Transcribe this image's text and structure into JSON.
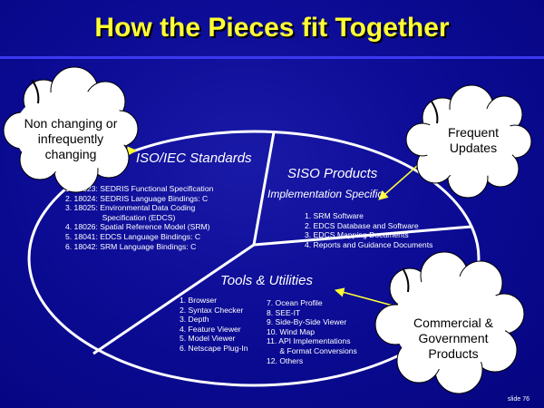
{
  "title": "How the Pieces fit Together",
  "sections": {
    "iso": {
      "heading": "ISO/IEC Standards"
    },
    "siso": {
      "heading": "SISO Products",
      "subheading": "Implementation Specific"
    },
    "tools": {
      "heading": "Tools & Utilities"
    }
  },
  "iso_items": [
    "1.  18023:  SEDRIS Functional Specification",
    "2.  18024:  SEDRIS Language Bindings: C",
    "3.  18025:  Environmental Data Coding",
    "                 Specification (EDCS)",
    "4.  18026:  Spatial Reference Model (SRM)",
    "5.  18041:   EDCS Language Bindings: C",
    "6.  18042:   SRM Language Bindings: C"
  ],
  "siso_items": [
    "1.  SRM Software",
    "2.  EDCS Database and Software",
    "3.  EDCS Mapping Documents",
    "4.  Reports and Guidance Documents"
  ],
  "tools_items_left": [
    "1.  Browser",
    "2.  Syntax Checker",
    "3.  Depth",
    "4.  Feature Viewer",
    "5.  Model Viewer",
    "6.  Netscape Plug-In"
  ],
  "tools_items_right": [
    "7.  Ocean Profile",
    "8.  SEE-IT",
    "9.  Side-By-Side Viewer",
    "10. Wind Map",
    "11. API Implementations",
    "      & Format Conversions",
    "12.  Others"
  ],
  "clouds": {
    "left": [
      "Non changing or",
      "infrequently",
      "changing"
    ],
    "right": [
      "Frequent",
      "Updates"
    ],
    "bottom": [
      "Commercial &",
      "Government",
      "Products"
    ]
  },
  "slide_number": "slide 76",
  "colors": {
    "background": "#0c0c96",
    "title": "#ffff33",
    "ellipse": "#ffffff",
    "arrow": "#ffff33",
    "cloud": "#ffffff"
  }
}
